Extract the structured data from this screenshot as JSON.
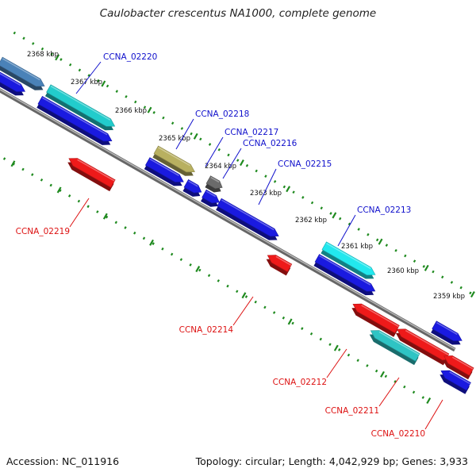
{
  "title": "Caulobacter crescentus NA1000, complete genome",
  "footer": {
    "accession": "Accession: NC_011916",
    "summary": "Topology: circular; Length: 4,042,929 bp; Genes: 3,933"
  },
  "colors": {
    "backbone": "#8a8a8a",
    "tick_marks": "#1f8a1f",
    "label_forward": "#1010cc",
    "label_reverse": "#dd1111"
  },
  "scale_ticks": [
    "2368 kbp",
    "2367 kbp",
    "2366 kbp",
    "2365 kbp",
    "2364 kbp",
    "2363 kbp",
    "2362 kbp",
    "2361 kbp",
    "2360 kbp",
    "2359 kbp"
  ],
  "gene_labels": {
    "forward": [
      "CCNA_02220",
      "CCNA_02218",
      "CCNA_02217",
      "CCNA_02216",
      "CCNA_02215",
      "CCNA_02213"
    ],
    "reverse": [
      "CCNA_02219",
      "CCNA_02214",
      "CCNA_02212",
      "CCNA_02211",
      "CCNA_02210"
    ]
  },
  "features": [
    {
      "strand": "forward",
      "lane": "outer",
      "color": "#4a82b8"
    },
    {
      "strand": "forward",
      "lane": "outer",
      "color": "#22cccc"
    },
    {
      "strand": "forward",
      "lane": "outer",
      "color": "#b8b060"
    },
    {
      "strand": "forward",
      "lane": "outer",
      "color": "#6b6b6b"
    },
    {
      "strand": "forward",
      "lane": "outer",
      "color": "#22e8ee"
    },
    {
      "strand": "forward",
      "lane": "inner",
      "color": "#1a1ae0"
    },
    {
      "strand": "forward",
      "lane": "inner",
      "color": "#1a1ae0"
    },
    {
      "strand": "forward",
      "lane": "inner",
      "color": "#1a1ae0"
    },
    {
      "strand": "forward",
      "lane": "inner",
      "color": "#1a1ae0"
    },
    {
      "strand": "forward",
      "lane": "inner",
      "color": "#1a1ae0"
    },
    {
      "strand": "forward",
      "lane": "inner",
      "color": "#1a1ae0"
    },
    {
      "strand": "forward",
      "lane": "inner",
      "color": "#1a1ae0"
    },
    {
      "strand": "forward",
      "lane": "inner",
      "color": "#1a1ae0"
    },
    {
      "strand": "reverse",
      "lane": "inner",
      "color": "#ee1a1a"
    },
    {
      "strand": "reverse",
      "lane": "inner",
      "color": "#ee1a1a"
    },
    {
      "strand": "reverse",
      "lane": "inner",
      "color": "#ee1a1a"
    },
    {
      "strand": "reverse",
      "lane": "inner",
      "color": "#ee1a1a"
    },
    {
      "strand": "reverse",
      "lane": "outer",
      "color": "#2ec4c4"
    },
    {
      "strand": "reverse",
      "lane": "outer",
      "color": "#ee1a1a"
    },
    {
      "strand": "reverse",
      "lane": "outer",
      "color": "#1a1ae0"
    }
  ]
}
